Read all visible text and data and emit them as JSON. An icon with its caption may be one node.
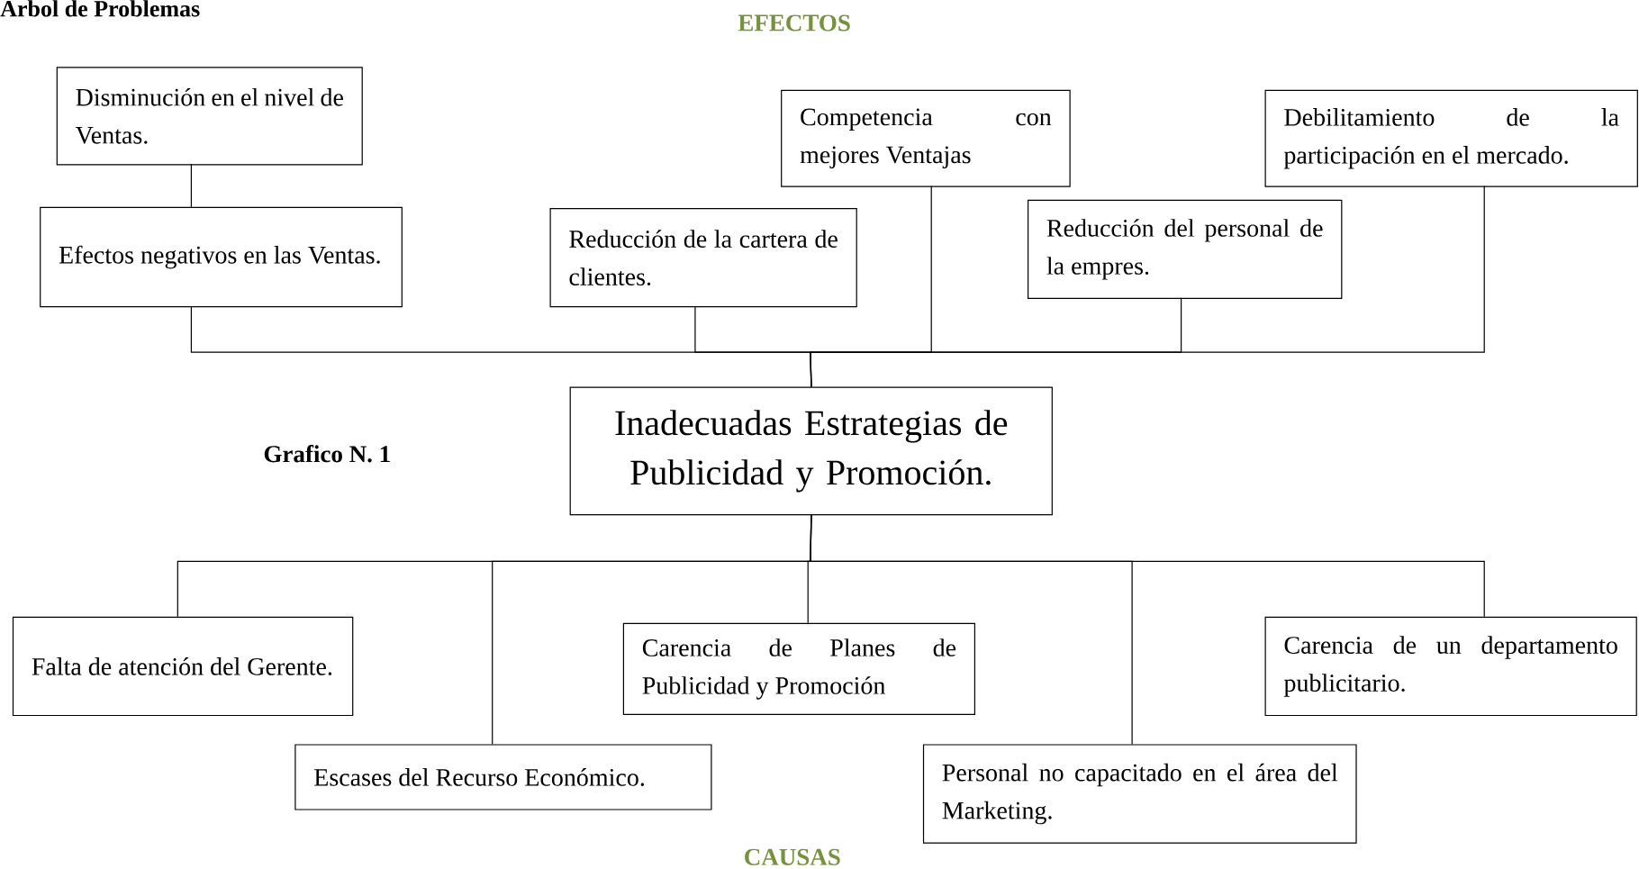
{
  "diagram": {
    "title": "Arbol de Problemas",
    "nodes": [
      {
        "text": [
          "Disminución en el nivel de Ventas."
        ]
      },
      {
        "text": [
          "Competencia con mejores Ventajas"
        ]
      },
      {
        "text": [
          "Debilitamiento de la participación en el mercado."
        ]
      },
      {
        "text": [
          "Efectos negativos en las Ventas."
        ]
      },
      {
        "text": [
          "Reducción de la cartera de clientes."
        ]
      },
      {
        "text": [
          "Reducción del personal de la empres."
        ]
      },
      {
        "text": [
          "Inadecuadas Estrategias de Publicidad y Promoción."
        ]
      },
      {
        "text": [
          "Falta de atención del Gerente."
        ]
      },
      {
        "text": [
          "Carencia de Planes de Publicidad y Promoción"
        ]
      },
      {
        "text": [
          "Carencia de un departamento publicitario."
        ]
      },
      {
        "text": [
          "Escases del Recurso Económico."
        ]
      },
      {
        "text": [
          "Personal no capacitado en el área del Marketing."
        ]
      }
    ],
    "edges": [
      {
        "from": 0,
        "to": 3,
        "arrow": "none"
      },
      {
        "from": 6,
        "to": 3,
        "arrow": "none"
      },
      {
        "from": 6,
        "to": 4,
        "arrow": "none"
      },
      {
        "from": 6,
        "to": 1,
        "arrow": "none"
      },
      {
        "from": 6,
        "to": 5,
        "arrow": "none"
      },
      {
        "from": 6,
        "to": 2,
        "arrow": "none"
      },
      {
        "from": 6,
        "to": 7,
        "arrow": "none"
      },
      {
        "from": 6,
        "to": 10,
        "arrow": "none"
      },
      {
        "from": 6,
        "to": 8,
        "arrow": "none"
      },
      {
        "from": 6,
        "to": 11,
        "arrow": "none"
      },
      {
        "from": 6,
        "to": 9,
        "arrow": "none"
      }
    ],
    "labels": [
      "EFECTOS",
      "Grafico N. 1",
      "CAUSAS"
    ]
  }
}
